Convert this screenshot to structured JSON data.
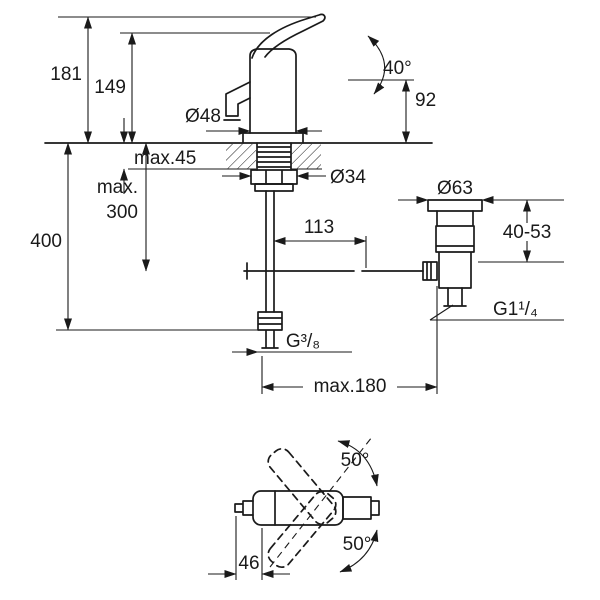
{
  "drawing": {
    "description_labels": {
      "h181": "181",
      "h149": "149",
      "h400": "400",
      "max45": "max.45",
      "max300_word": "max.",
      "max300_value": "300",
      "dia48": "Ø48",
      "angle40": "40°",
      "h92": "92",
      "dia34": "Ø34",
      "w113": "113",
      "dia63": "Ø63",
      "range4053": "40-53",
      "thread_g114": "G1¹/₄",
      "thread_g38": "G³/₈",
      "max180": "max.180",
      "angle50_top": "50°",
      "angle50_bottom": "50°",
      "w46": "46"
    },
    "colors": {
      "line": "#1a1a1a",
      "background": "#ffffff"
    }
  }
}
